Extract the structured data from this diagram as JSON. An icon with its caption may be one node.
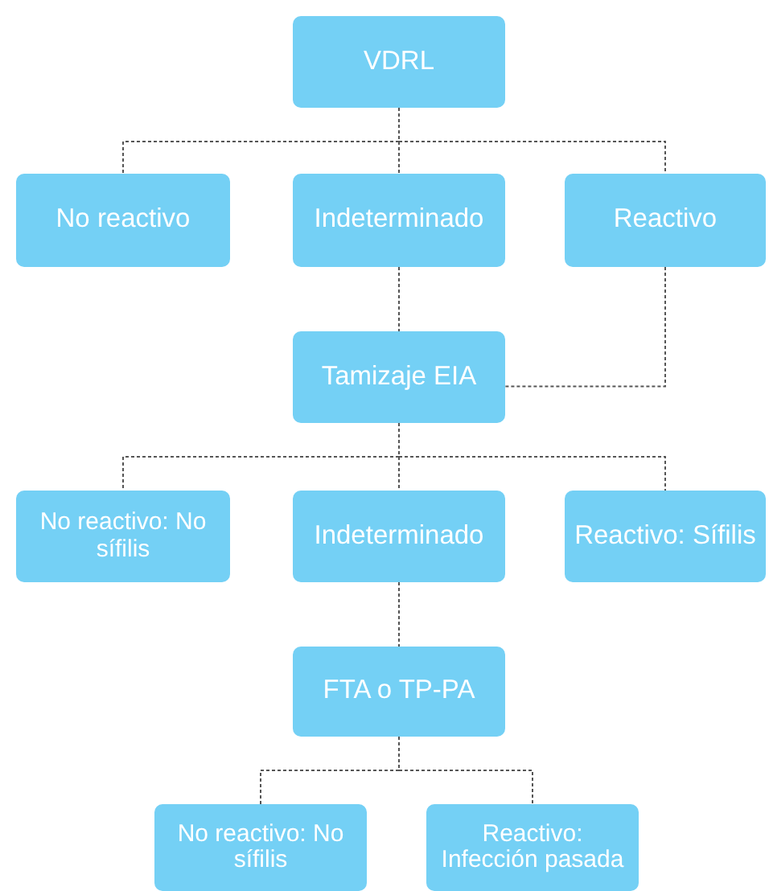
{
  "diagram": {
    "nodes": [
      {
        "text": [
          "VDRL"
        ]
      },
      {
        "text": [
          "No reactivo"
        ]
      },
      {
        "text": [
          "Indeterminado"
        ]
      },
      {
        "text": [
          "Reactivo"
        ]
      },
      {
        "text": [
          "Tamizaje EIA"
        ]
      },
      {
        "text": [
          "No reactivo: No sífilis"
        ]
      },
      {
        "text": [
          "Indeterminado"
        ]
      },
      {
        "text": [
          "Reactivo: Sífilis"
        ]
      },
      {
        "text": [
          "FTA o TP-PA"
        ]
      },
      {
        "text": [
          "No reactivo: No sífilis"
        ]
      },
      {
        "text": [
          "Reactivo: Infección pasada"
        ]
      }
    ],
    "edges": [
      {
        "from": 0,
        "to": 1,
        "arrow": "none"
      },
      {
        "from": 0,
        "to": 2,
        "arrow": "none"
      },
      {
        "from": 0,
        "to": 3,
        "arrow": "none"
      },
      {
        "from": 2,
        "to": 4,
        "arrow": "none"
      },
      {
        "from": 3,
        "to": 4,
        "arrow": "none"
      },
      {
        "from": 4,
        "to": 5,
        "arrow": "none"
      },
      {
        "from": 4,
        "to": 6,
        "arrow": "none"
      },
      {
        "from": 4,
        "to": 7,
        "arrow": "none"
      },
      {
        "from": 6,
        "to": 8,
        "arrow": "none"
      },
      {
        "from": 8,
        "to": 9,
        "arrow": "none"
      },
      {
        "from": 8,
        "to": 10,
        "arrow": "none"
      }
    ]
  }
}
